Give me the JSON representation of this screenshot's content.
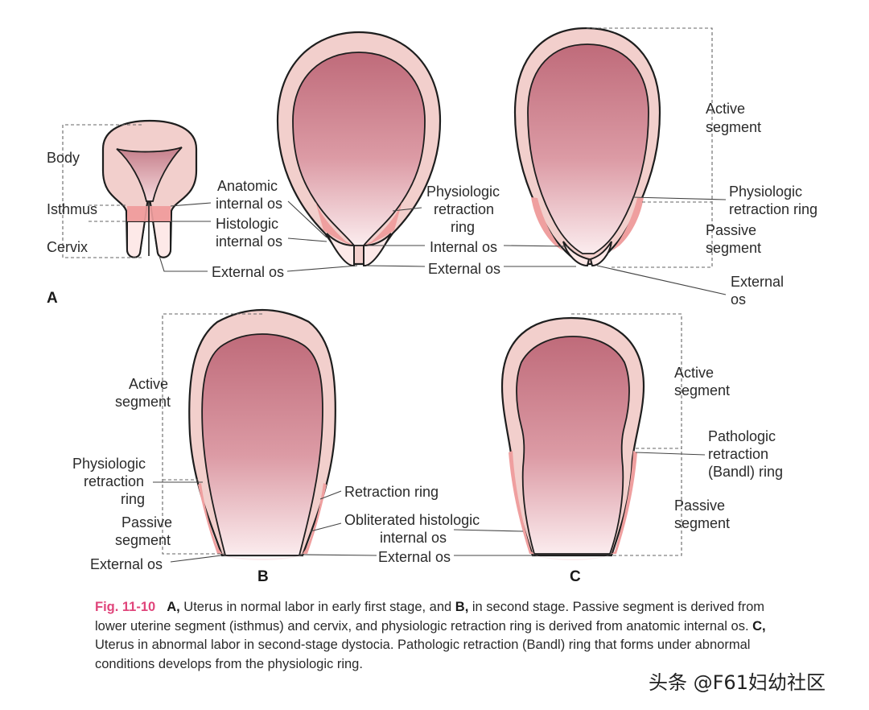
{
  "panel_a": {
    "letter": "A",
    "labels": {
      "body": "Body",
      "isthmus": "Isthmus",
      "cervix": "Cervix",
      "anatomic_internal_os_1": "Anatomic",
      "anatomic_internal_os_2": "internal os",
      "histologic_internal_os_1": "Histologic",
      "histologic_internal_os_2": "internal os",
      "external_os": "External os",
      "physiologic_retraction_ring_1": "Physiologic",
      "physiologic_retraction_ring_2": "retraction",
      "physiologic_retraction_ring_3": "ring",
      "internal_os": "Internal os",
      "external_os_2": "External os",
      "active_segment_1": "Active",
      "active_segment_2": "segment",
      "physio_ring_right_1": "Physiologic",
      "physio_ring_right_2": "retraction ring",
      "passive_segment_1": "Passive",
      "passive_segment_2": "segment",
      "external_os_right_1": "External",
      "external_os_right_2": "os"
    }
  },
  "panel_b": {
    "letter": "B",
    "labels": {
      "active_segment_1": "Active",
      "active_segment_2": "segment",
      "physiologic_1": "Physiologic",
      "physiologic_2": "retraction",
      "physiologic_3": "ring",
      "passive_segment_1": "Passive",
      "passive_segment_2": "segment",
      "external_os": "External os",
      "retraction_ring": "Retraction ring",
      "obliterated_1": "Obliterated histologic",
      "obliterated_2": "internal os",
      "external_os_mid": "External os"
    }
  },
  "panel_c": {
    "letter": "C",
    "labels": {
      "active_segment_1": "Active",
      "active_segment_2": "segment",
      "pathologic_1": "Pathologic",
      "pathologic_2": "retraction",
      "pathologic_3": "(Bandl) ring",
      "passive_segment_1": "Passive",
      "passive_segment_2": "segment"
    }
  },
  "caption": {
    "fig_label": "Fig. 11-10",
    "a": "A,",
    "t1": " Uterus in normal labor in early first stage, and ",
    "b": "B,",
    "t2": " in second stage. Passive segment is derived from lower uterine segment (isthmus) and cervix, and physiologic retraction ring is derived from anatomic internal os. ",
    "c": "C,",
    "t3": " Uterus in abnormal labor in second-stage dystocia. Pathologic retraction (Bandl) ring that forms under abnormal conditions develops from the physiologic ring."
  },
  "watermark": "头条 @F61妇幼社区",
  "colors": {
    "wall": "#f2cfcc",
    "cavity_top": "#bf6b7a",
    "cavity_bottom": "#fbecee",
    "ring_band": "#ef9f9f",
    "fig_label": "#e0457b"
  }
}
